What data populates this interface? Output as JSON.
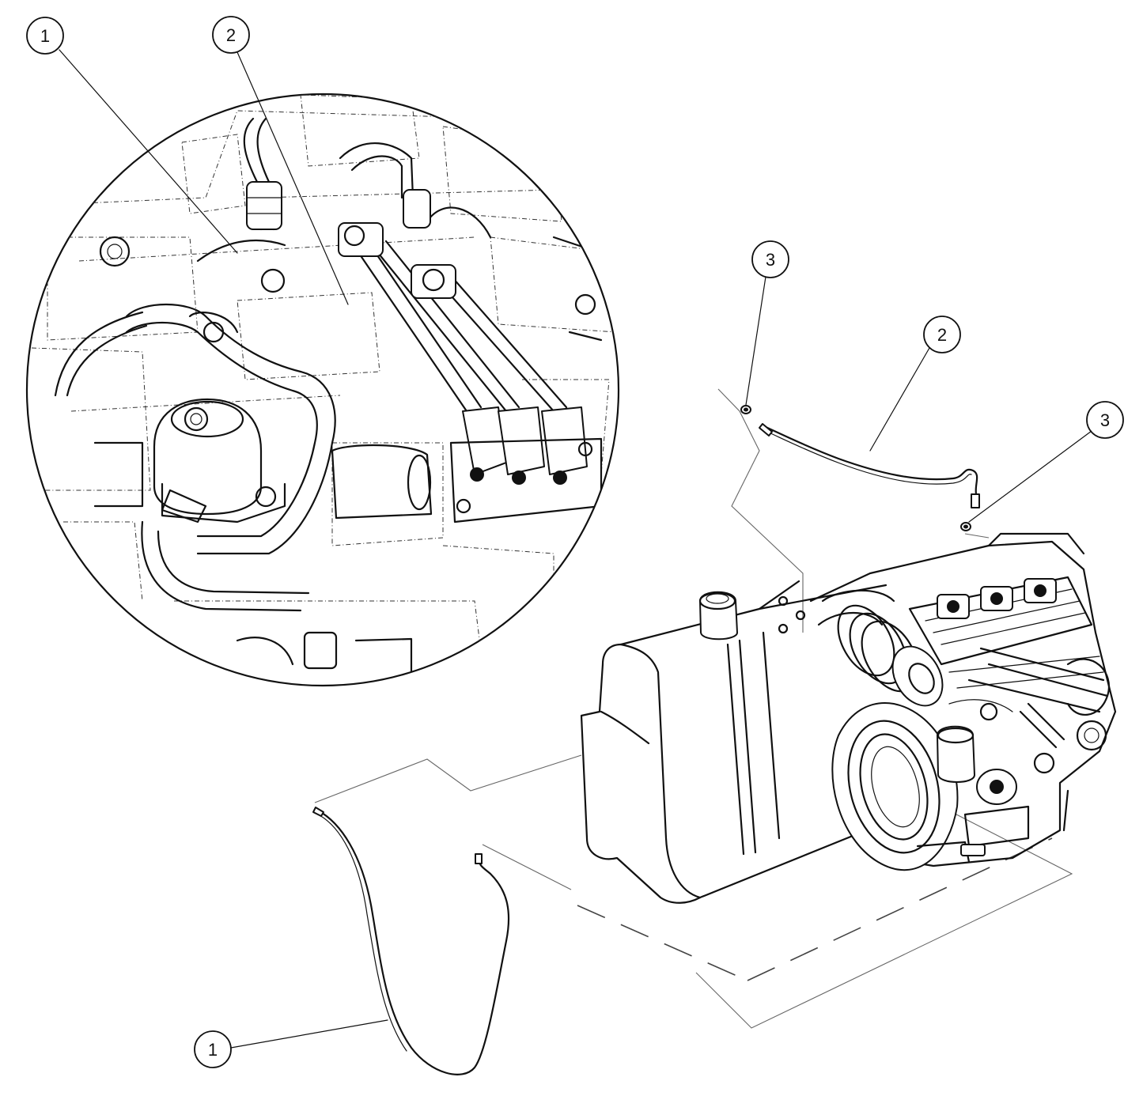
{
  "callouts": [
    {
      "id": "c1a",
      "label": "1"
    },
    {
      "id": "c2a",
      "label": "2"
    },
    {
      "id": "c3a",
      "label": "3"
    },
    {
      "id": "c2b",
      "label": "2"
    },
    {
      "id": "c3b",
      "label": "3"
    },
    {
      "id": "c1b",
      "label": "1"
    }
  ],
  "colors": {
    "line": "#111111",
    "background": "#ffffff"
  }
}
